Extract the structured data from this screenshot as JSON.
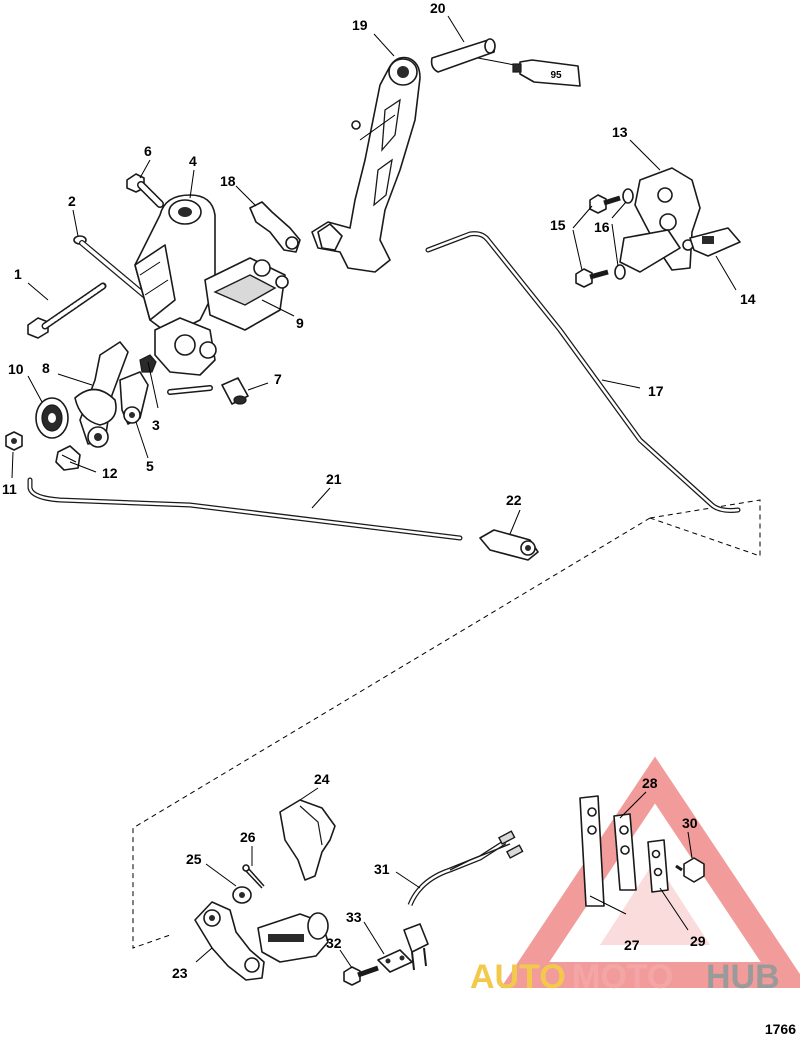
{
  "figure_number": "1766",
  "callouts": [
    "1",
    "2",
    "3",
    "4",
    "5",
    "6",
    "7",
    "8",
    "9",
    "10",
    "11",
    "12",
    "13",
    "14",
    "15",
    "16",
    "17",
    "18",
    "19",
    "20",
    "21",
    "22",
    "23",
    "24",
    "25",
    "26",
    "27",
    "28",
    "29",
    "30",
    "31",
    "32",
    "33"
  ],
  "sealant_tube_label": "95",
  "watermark": {
    "part1": "AUTO",
    "part2": "MOTO",
    "part3": "HUB",
    "colors": {
      "auto": "#f2c94c",
      "moto": "#f4a6a6",
      "hub": "#9a9a9a",
      "triangle": "#f08a8a"
    }
  }
}
